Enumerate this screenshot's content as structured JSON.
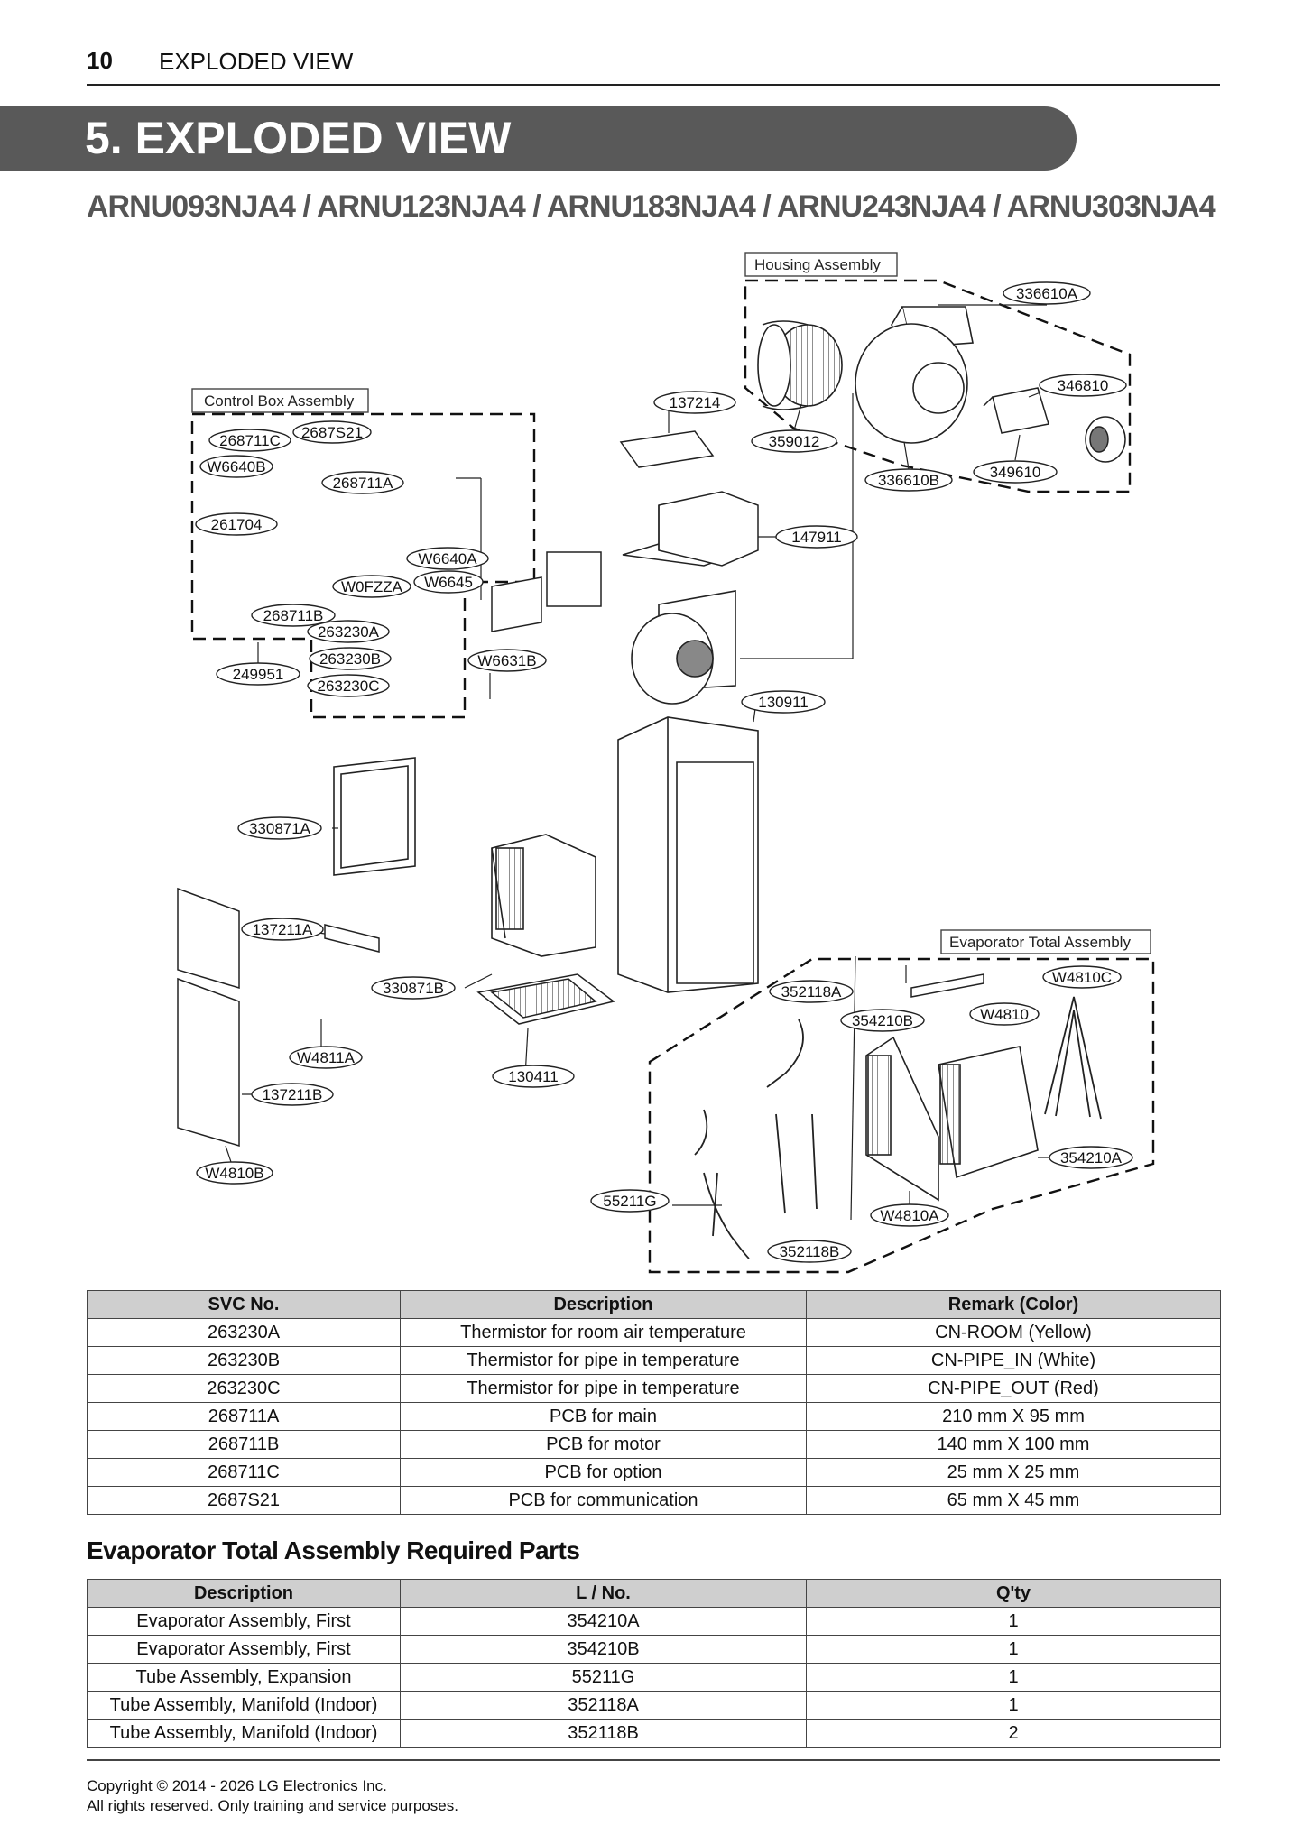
{
  "header": {
    "page_number": "10",
    "section": "EXPLODED VIEW"
  },
  "banner": {
    "title": "5. EXPLODED VIEW"
  },
  "models": "ARNU093NJA4 / ARNU123NJA4 / ARNU183NJA4 / ARNU243NJA4 / ARNU303NJA4",
  "diagram": {
    "groups": {
      "housing": "Housing Assembly",
      "control_box": "Control Box Assembly",
      "evaporator": "Evaporator Total Assembly"
    },
    "callouts": {
      "c336610A": "336610A",
      "c346810": "346810",
      "c359012": "359012",
      "c336610B": "336610B",
      "c349610": "349610",
      "c137214": "137214",
      "c147911": "147911",
      "c130911": "130911",
      "c268711C": "268711C",
      "c2687S21": "2687S21",
      "cW6640B": "W6640B",
      "c268711A": "268711A",
      "c261704": "261704",
      "cW6640A": "W6640A",
      "cW6645": "W6645",
      "cW0FZZA": "W0FZZA",
      "c268711B": "268711B",
      "c263230A": "263230A",
      "c263230B": "263230B",
      "c263230C": "263230C",
      "c249951": "249951",
      "cW6631B": "W6631B",
      "c330871A": "330871A",
      "c137211A": "137211A",
      "c330871B": "330871B",
      "cW4811A": "W4811A",
      "c137211B": "137211B",
      "c130411": "130411",
      "cW4810B": "W4810B",
      "c352118A": "352118A",
      "c354210B": "354210B",
      "cW4810C": "W4810C",
      "cW4810": "W4810",
      "c354210A": "354210A",
      "c55211G": "55211G",
      "cW4810A": "W4810A",
      "c352118B": "352118B"
    }
  },
  "svc_table": {
    "headers": [
      "SVC No.",
      "Description",
      "Remark (Color)"
    ],
    "rows": [
      [
        "263230A",
        "Thermistor for room air temperature",
        "CN-ROOM (Yellow)"
      ],
      [
        "263230B",
        "Thermistor for pipe in temperature",
        "CN-PIPE_IN (White)"
      ],
      [
        "263230C",
        "Thermistor for pipe in temperature",
        "CN-PIPE_OUT (Red)"
      ],
      [
        "268711A",
        "PCB for main",
        "210 mm X 95 mm"
      ],
      [
        "268711B",
        "PCB for motor",
        "140 mm X 100 mm"
      ],
      [
        "268711C",
        "PCB for option",
        "25 mm X 25 mm"
      ],
      [
        "2687S21",
        "PCB for communication",
        "65 mm X 45 mm"
      ]
    ]
  },
  "evap_section": {
    "title": "Evaporator Total Assembly Required Parts",
    "headers": [
      "Description",
      "L / No.",
      "Q'ty"
    ],
    "rows": [
      [
        "Evaporator Assembly, First",
        "354210A",
        "1"
      ],
      [
        "Evaporator Assembly, First",
        "354210B",
        "1"
      ],
      [
        "Tube Assembly, Expansion",
        "55211G",
        "1"
      ],
      [
        "Tube Assembly, Manifold (Indoor)",
        "352118A",
        "1"
      ],
      [
        "Tube Assembly, Manifold (Indoor)",
        "352118B",
        "2"
      ]
    ]
  },
  "footer": {
    "copyright": "Copyright © 2014 - 2026 LG Electronics Inc.",
    "rights": "All rights reserved. Only training and service purposes."
  }
}
